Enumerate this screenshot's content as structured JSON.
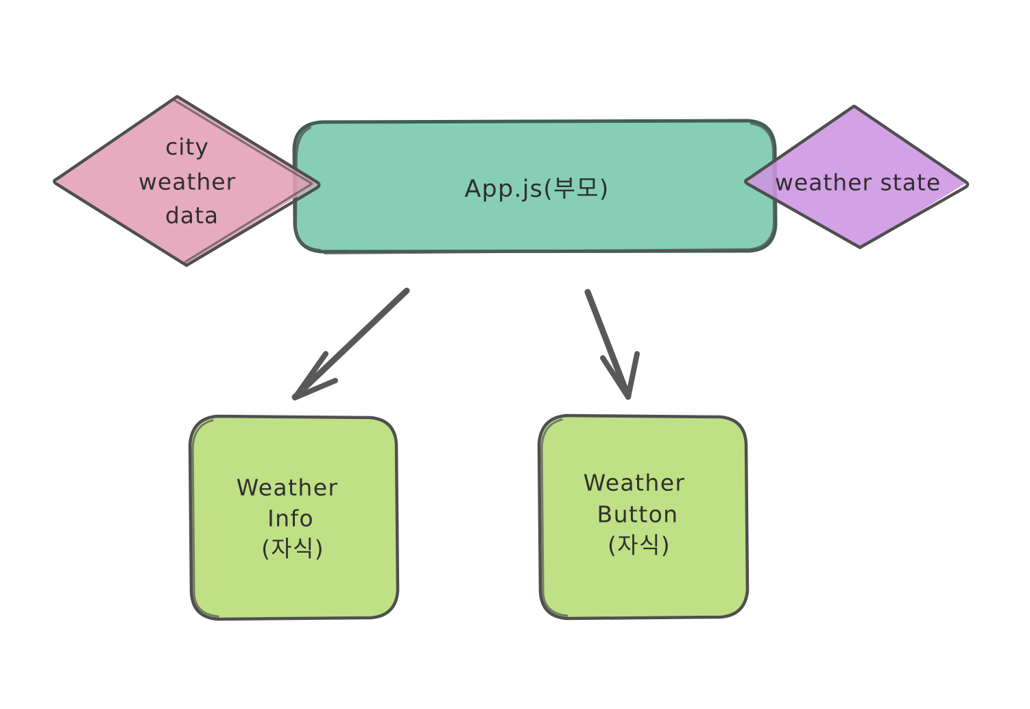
{
  "diagram": {
    "title": "React props flow diagram",
    "background": "#ffffff",
    "colors": {
      "parent_fill": "#86cfb6",
      "parent_stroke": "#3f5f52",
      "data_diamond_fill": "#e49fb6",
      "data_diamond_stroke": "#4f4f4f",
      "state_diamond_fill": "#cd94e3",
      "state_diamond_stroke": "#4f4f4f",
      "child_fill": "#bfe085",
      "child_stroke": "#4f4f4f",
      "arrow": "#585858",
      "text": "#2f2f2f"
    },
    "nodes": [
      {
        "id": "city-weather-data",
        "shape": "diamond",
        "fill": "#e49fb6",
        "lines": [
          "city",
          "weather",
          "data"
        ]
      },
      {
        "id": "app-js-parent",
        "shape": "rounded-rect",
        "fill": "#86cfb6",
        "lines": [
          "App.js(부모)"
        ]
      },
      {
        "id": "weather-state",
        "shape": "diamond",
        "fill": "#cd94e3",
        "lines": [
          "weather state"
        ]
      },
      {
        "id": "weather-info-child",
        "shape": "rounded-rect",
        "fill": "#bfe085",
        "lines": [
          "Weather",
          "Info",
          "(자식)"
        ]
      },
      {
        "id": "weather-button-child",
        "shape": "rounded-rect",
        "fill": "#bfe085",
        "lines": [
          "Weather",
          "Button",
          "(자식)"
        ]
      }
    ],
    "edges": [
      {
        "id": "edge-app-to-weather-info",
        "from": "app-js-parent",
        "to": "weather-info-child",
        "label": ""
      },
      {
        "id": "edge-app-to-weather-button",
        "from": "app-js-parent",
        "to": "weather-button-child",
        "label": ""
      }
    ]
  }
}
